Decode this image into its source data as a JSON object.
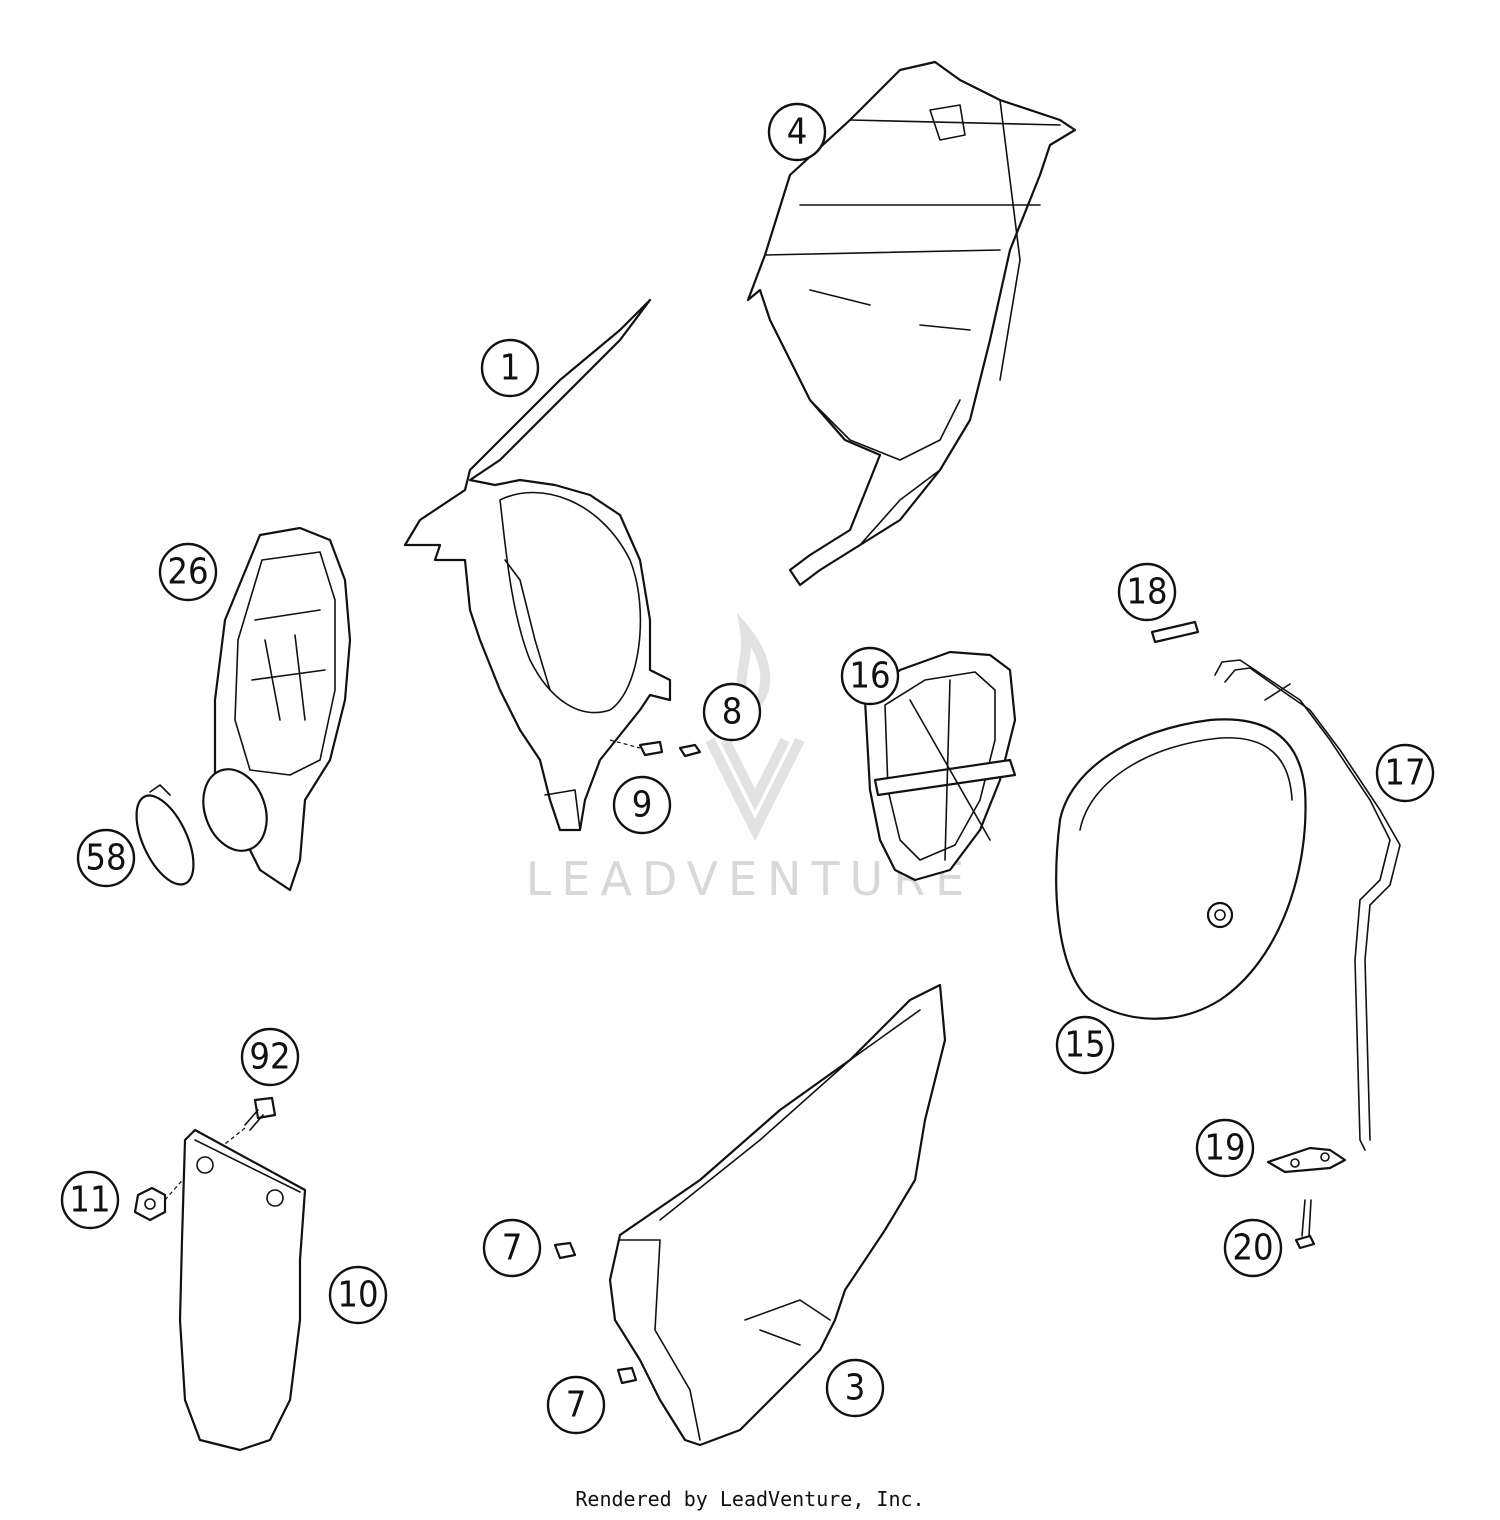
{
  "watermark": "LEADVENTURE",
  "footer": "Rendered by LeadVenture, Inc.",
  "callouts": [
    "1",
    "3",
    "4",
    "7",
    "7",
    "8",
    "9",
    "10",
    "11",
    "15",
    "16",
    "17",
    "18",
    "19",
    "20",
    "26",
    "58",
    "92"
  ]
}
